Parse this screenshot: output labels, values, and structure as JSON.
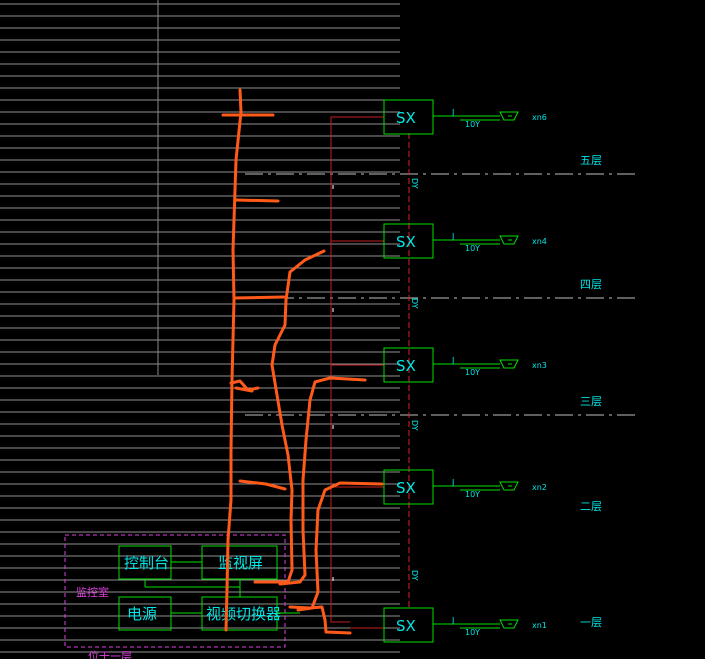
{
  "colors": {
    "background": "#000000",
    "hatch": "#9a9a9a",
    "box": "#00e000",
    "text": "#00e5e5",
    "riser": "#e02020",
    "sketch": "#ff5a1a",
    "room_border": "#e040e0",
    "floor_line": "#bfbfbf"
  },
  "cameras": [
    {
      "device": "SX",
      "sub": "J",
      "cable": "10Y",
      "id": "xn6"
    },
    {
      "device": "SX",
      "sub": "J",
      "cable": "10Y",
      "id": "xn4"
    },
    {
      "device": "SX",
      "sub": "J",
      "cable": "10Y",
      "id": "xn3"
    },
    {
      "device": "SX",
      "sub": "J",
      "cable": "10Y",
      "id": "xn2"
    },
    {
      "device": "SX",
      "sub": "J",
      "cable": "10Y",
      "id": "xn1"
    }
  ],
  "floors": [
    "五层",
    "四层",
    "三层",
    "二层",
    "一层"
  ],
  "riser_labels": [
    "DY",
    "DY",
    "DY",
    "DY"
  ],
  "monitor_room": {
    "title": "监控室",
    "note": "位于一层",
    "control_console": "控制台",
    "monitor_screen": "监视屏",
    "power_supply": "电源",
    "video_switcher": "视频切换器"
  }
}
